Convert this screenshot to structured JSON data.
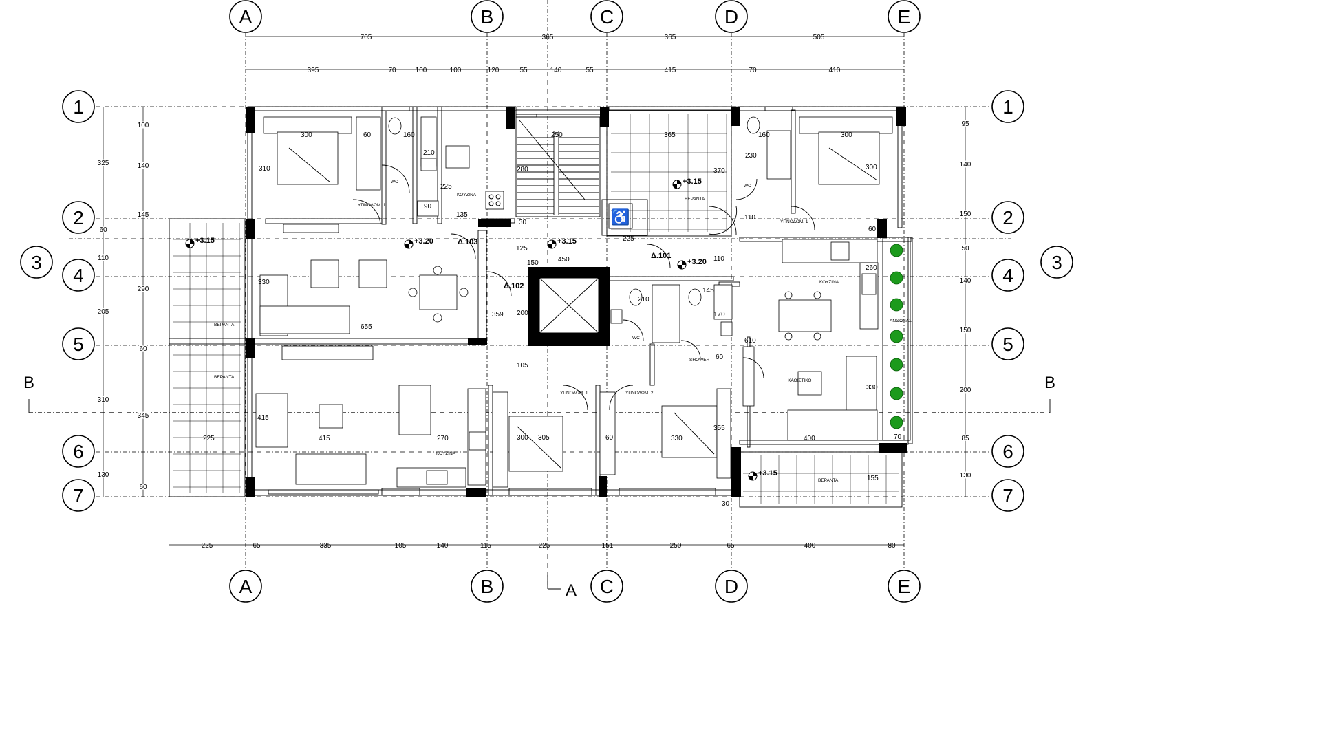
{
  "grid": {
    "columns": [
      "A",
      "B",
      "C",
      "D",
      "E"
    ],
    "rows": [
      "1",
      "2",
      "3",
      "4",
      "5",
      "6",
      "7"
    ],
    "section_labels": [
      "B",
      "B"
    ],
    "section_mark": "A"
  },
  "dimensions": {
    "top_major": [
      "705",
      "365",
      "365",
      "505"
    ],
    "top_minor": [
      "395",
      "70",
      "100",
      "100",
      "120",
      "55",
      "140",
      "55",
      "415",
      "70",
      "410"
    ],
    "bottom": [
      "225",
      "65",
      "335",
      "105",
      "140",
      "115",
      "225",
      "151",
      "250",
      "65",
      "400",
      "80"
    ],
    "left_outer": [
      "325",
      "290",
      "310",
      "130"
    ],
    "left_inner": [
      "100",
      "140",
      "145",
      "60",
      "110",
      "205",
      "60",
      "345",
      "60"
    ],
    "right": [
      "95",
      "140",
      "150",
      "50",
      "140",
      "150",
      "200",
      "85",
      "130"
    ]
  },
  "rooms": {
    "kouzina": "ΚΟΥΖΙΝΑ",
    "wc": "WC",
    "veranta": "ΒΕΡΑΝΤΑ",
    "ypnodom_1": "ΥΠΝΟΔΩΜ. 1",
    "ypnodom_2": "ΥΠΝΟΔΩΜ. 2",
    "kathistiko": "ΚΑΘΙΣΤΙΚΟ",
    "anthonas": "ΑΝΘΩΝΑΣ",
    "shower": "SHOWER"
  },
  "apartments": [
    "Δ.101",
    "Δ.102",
    "Δ.103"
  ],
  "levels": [
    "+3.15",
    "+3.20",
    "+3.15",
    "+3.15",
    "+3.20",
    "+3.15"
  ],
  "room_dims": [
    "300",
    "60",
    "160",
    "210",
    "310",
    "225",
    "90",
    "135",
    "250",
    "280",
    "30",
    "365",
    "370",
    "230",
    "160",
    "300",
    "300",
    "110",
    "60",
    "330",
    "655",
    "125",
    "150",
    "450",
    "359",
    "200",
    "210",
    "145",
    "170",
    "105",
    "610",
    "60",
    "260",
    "330",
    "415",
    "225",
    "415",
    "270",
    "300",
    "305",
    "60",
    "330",
    "355",
    "400",
    "70",
    "155",
    "30",
    "225",
    "110"
  ]
}
